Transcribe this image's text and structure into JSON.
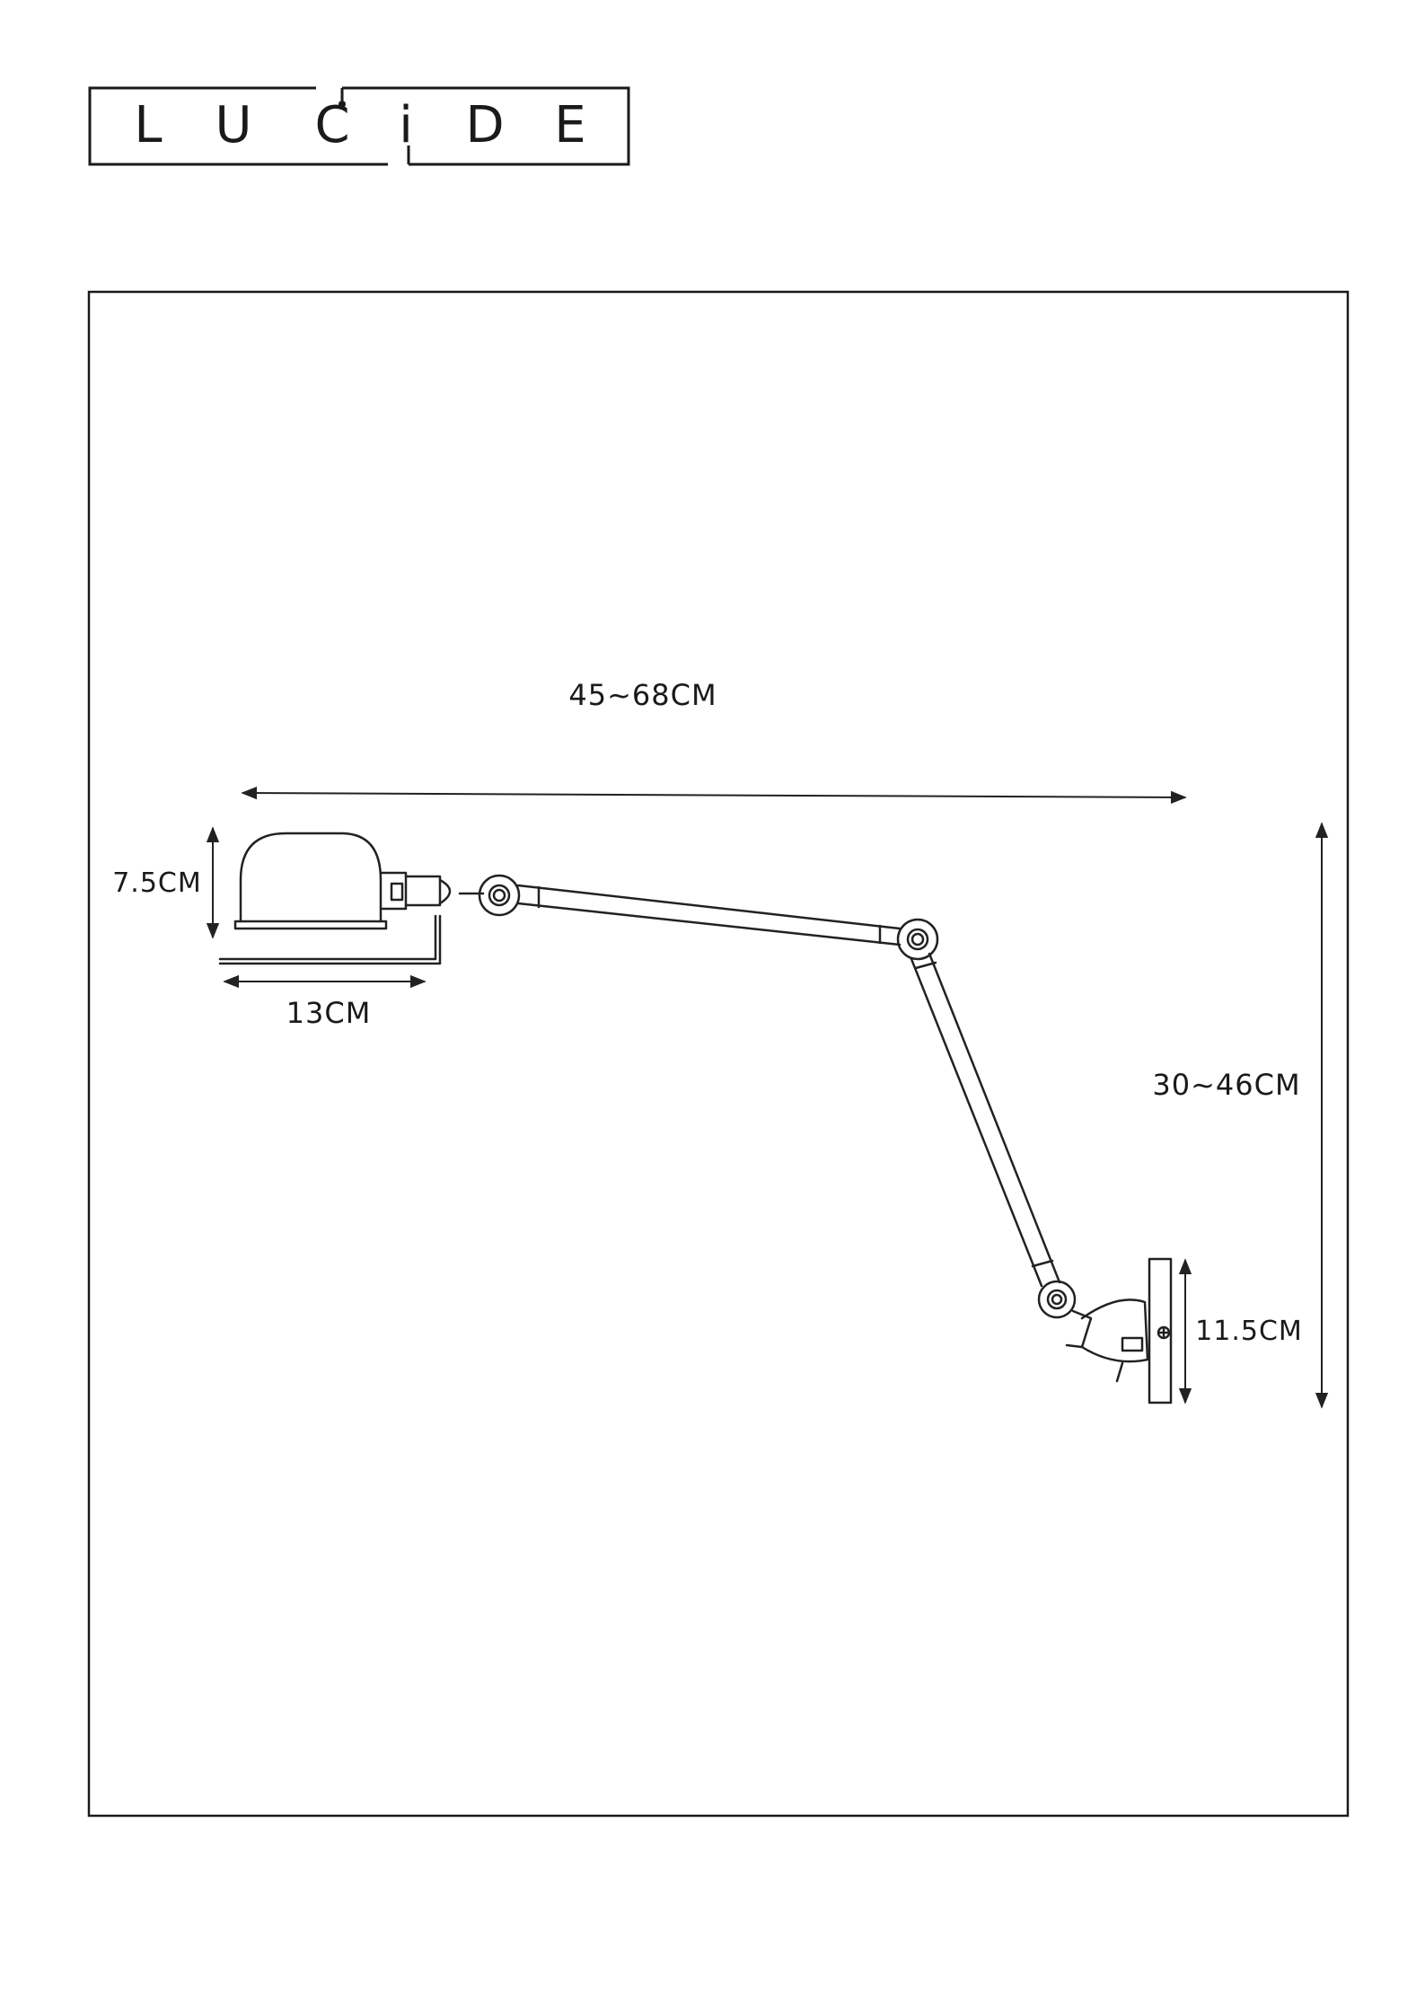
{
  "brand": {
    "logo_letters": [
      "L",
      "U",
      "C",
      "i",
      "D",
      "E"
    ],
    "logo_text": "LUCIDE"
  },
  "drawing": {
    "width_label": "45~68CM",
    "shade_height_label": "7.5CM",
    "shade_width_label": "13CM",
    "height_label": "30~46CM",
    "base_height_label": "11.5CM"
  }
}
